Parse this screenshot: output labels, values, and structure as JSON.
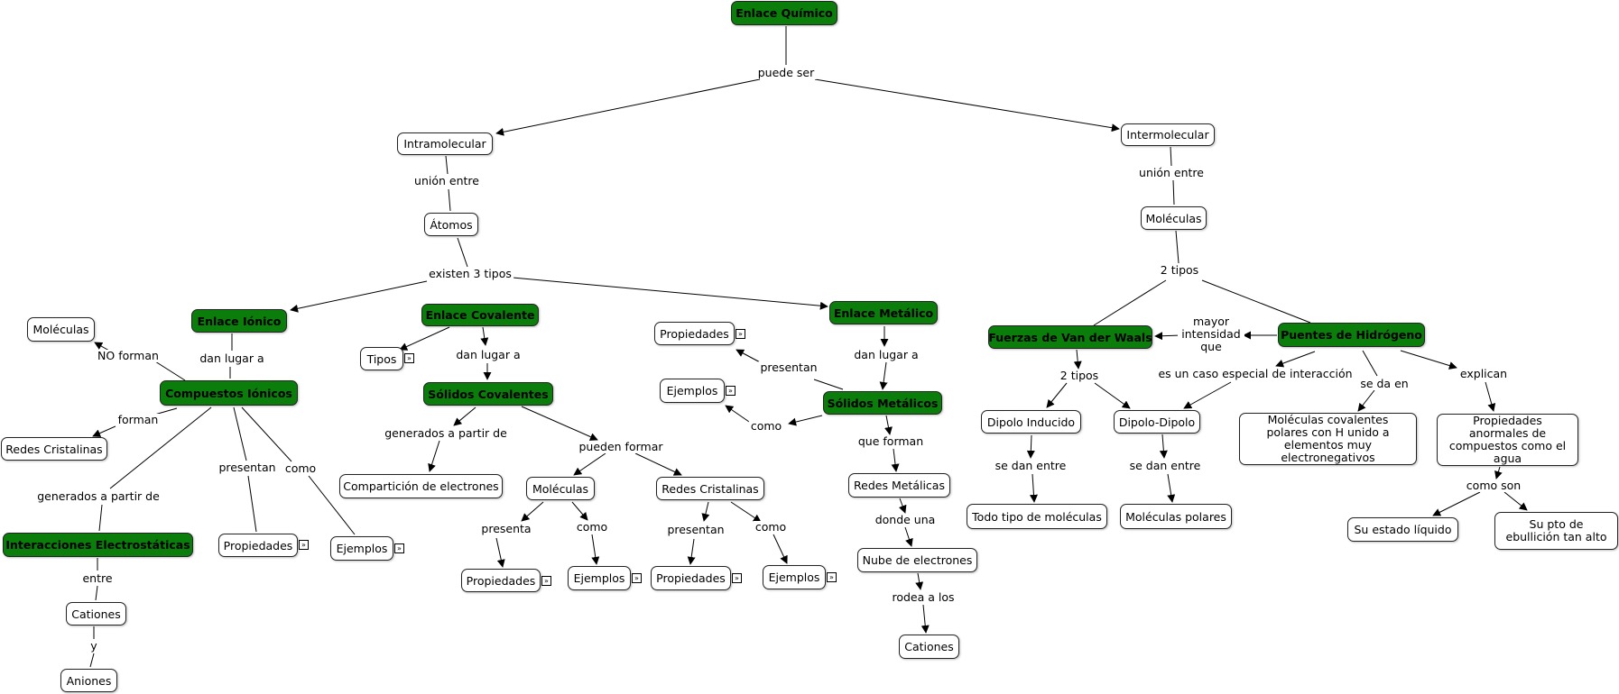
{
  "nodes": {
    "enlace_quimico": "Enlace Químico",
    "intramolecular": "Intramolecular",
    "intermolecular": "Intermolecular",
    "atomos": "Átomos",
    "moleculas_inter": "Moléculas",
    "enlace_ionico": "Enlace Iónico",
    "enlace_covalente": "Enlace Covalente",
    "enlace_metalico": "Enlace Metálico",
    "fuerzas_vdw": "Fuerzas de Van der Waals",
    "puentes_h": "Puentes de Hidrógeno",
    "moleculas_ion": "Moléculas",
    "compuestos_ionicos": "Compuestos Iónicos",
    "redes_cristalinas_ion": "Redes Cristalinas",
    "interacciones": "Interacciones Electrostáticas",
    "propiedades_ion": "Propiedades",
    "ejemplos_ion": "Ejemplos",
    "cationes_ion": "Cationes",
    "aniones": "Aniones",
    "tipos": "Tipos",
    "solidos_covalentes": "Sólidos Covalentes",
    "comparticion": "Compartición de electrones",
    "moleculas_cov": "Moléculas",
    "redes_cristalinas_cov": "Redes Cristalinas",
    "propiedades_mol": "Propiedades",
    "ejemplos_mol": "Ejemplos",
    "propiedades_red": "Propiedades",
    "ejemplos_red": "Ejemplos",
    "propiedades_met": "Propiedades",
    "ejemplos_met": "Ejemplos",
    "solidos_metalicos": "Sólidos Metálicos",
    "redes_metalicas": "Redes Metálicas",
    "nube": "Nube de electrones",
    "cationes_met": "Cationes",
    "dipolo_inducido": "Dipolo Inducido",
    "dipolo_dipolo": "Dipolo-Dipolo",
    "todo_tipo": "Todo tipo de moléculas",
    "moleculas_polares": "Moléculas polares",
    "moleculas_cov_polares": "Moléculas covalentes polares con H unido a elementos muy electronegativos",
    "propiedades_anormales": "Propiedades anormales de compuestos como el agua",
    "estado_liquido": "Su estado líquido",
    "pto_ebullicion": "Su pto de ebullición tan alto"
  },
  "links": {
    "puede_ser": "puede ser",
    "union_entre_1": "unión entre",
    "union_entre_2": "unión entre",
    "existen_3_tipos": "existen 3 tipos",
    "dos_tipos_1": "2 tipos",
    "no_forman": "NO forman",
    "dan_lugar_a_1": "dan lugar a",
    "forman": "forman",
    "generados_a_partir_de_1": "generados a partir de",
    "presentan_1": "presentan",
    "como_1": "como",
    "entre": "entre",
    "y": "y",
    "dan_lugar_a_2": "dan lugar a",
    "generados_a_partir_de_2": "generados a partir de",
    "pueden_formar": "pueden formar",
    "presenta": "presenta",
    "como_2": "como",
    "presentan_2": "presentan",
    "como_3": "como",
    "dan_lugar_a_3": "dan lugar a",
    "presentan_3": "presentan",
    "como_4": "como",
    "que_forman": "que forman",
    "donde_una": "donde una",
    "rodea_a_los": "rodea a los",
    "mayor_intensidad": "mayor intensidad que",
    "dos_tipos_2": "2 tipos",
    "es_un_caso": "es un caso especial de interacción",
    "se_da_en": "se da en",
    "explican": "explican",
    "se_dan_entre_1": "se dan entre",
    "se_dan_entre_2": "se dan entre",
    "como_son": "como son"
  },
  "expand_marker": "»",
  "colors": {
    "concept_fill": "#0b7d0b",
    "node_fill": "#ffffff",
    "line": "#000000"
  }
}
